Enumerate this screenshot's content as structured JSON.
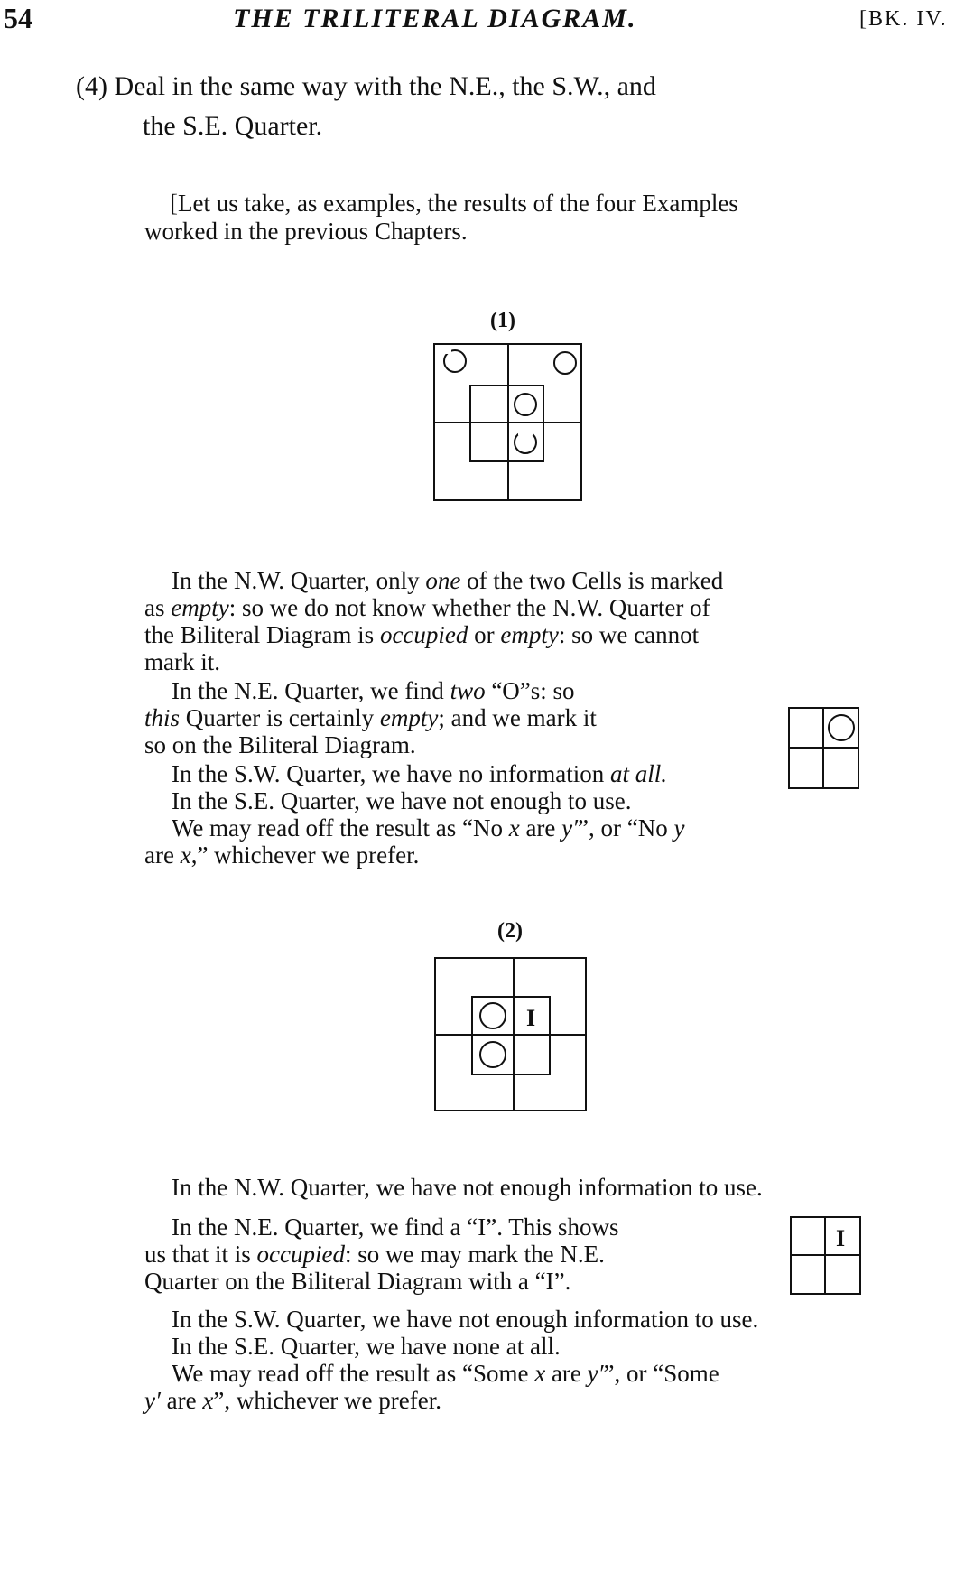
{
  "header": {
    "page_number": "54",
    "running_title": "THE TRILITERAL DIAGRAM.",
    "book_ref": "[BK. IV."
  },
  "rule4": {
    "line1": "(4) Deal in the same way with the N.E., the S.W., and",
    "line2": "the S.E. Quarter."
  },
  "intro": {
    "line1": "[Let us take, as examples, the results of the four Examples",
    "line2": "worked in the previous Chapters."
  },
  "example1": {
    "label": "(1)",
    "p1": {
      "l1a": "In the N.W. Quarter, only ",
      "l1b": "one",
      "l1c": " of the two Cells is marked",
      "l2a": "as ",
      "l2b": "empty",
      "l2c": ": so we do not know whether the N.W. Quarter of",
      "l3a": "the Biliteral Diagram is ",
      "l3b": "occupied",
      "l3c": " or ",
      "l3d": "empty",
      "l3e": ": so we cannot",
      "l4": "mark it."
    },
    "p2": {
      "l1a": "In the N.E. Quarter, we find ",
      "l1b": "two",
      "l1c": " “O”s: so",
      "l2a": "this",
      "l2b": " Quarter is certainly ",
      "l2c": "empty",
      "l2d": "; and we mark it",
      "l3": "so on the Biliteral Diagram."
    },
    "p3": {
      "a": "In the S.W. Quarter, we have no information ",
      "b": "at all."
    },
    "p4": "In the S.E. Quarter, we have not enough to use.",
    "p5": {
      "l1a": "We may read off the result as “No ",
      "l1b": "x",
      "l1c": " are ",
      "l1d": "y′",
      "l1e": "”, or “No ",
      "l1f": "y",
      "l2a": "are ",
      "l2b": "x",
      "l2c": ",” whichever we prefer."
    }
  },
  "example2": {
    "label": "(2)",
    "cell_mark": "I",
    "biliteral_mark": "I",
    "p1": "In the N.W. Quarter, we have not enough information to use.",
    "p2": {
      "l1": "In the N.E. Quarter, we find a “I”. This shows",
      "l2a": "us that it is ",
      "l2b": "occupied",
      "l2c": ": so we may mark the N.E.",
      "l3": "Quarter on the Biliteral Diagram with a “I”."
    },
    "p3": "In the S.W. Quarter, we have not enough information to use.",
    "p4": "In the S.E. Quarter, we have none at all.",
    "p5": {
      "l1a": "We may read off the result as “Some ",
      "l1b": "x",
      "l1c": " are ",
      "l1d": "y′",
      "l1e": "”, or “Some",
      "l2a": "y′",
      "l2b": " are ",
      "l2c": "x",
      "l2d": "”, whichever we prefer."
    }
  }
}
